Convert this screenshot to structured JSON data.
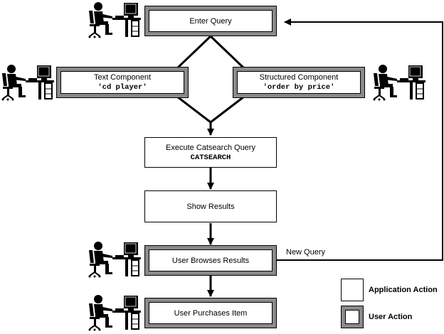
{
  "nodes": {
    "enter_query": {
      "label": "Enter Query"
    },
    "text_component": {
      "label": "Text Component",
      "value": "'cd player'"
    },
    "structured_component": {
      "label": "Structured Component",
      "value": "'order by price'"
    },
    "execute_query": {
      "label": "Execute Catsearch Query",
      "value": "CATSEARCH"
    },
    "show_results": {
      "label": "Show Results"
    },
    "user_browses": {
      "label": "User Browses Results"
    },
    "user_purchases": {
      "label": "User Purchases Item"
    }
  },
  "edges": {
    "new_query_label": "New Query"
  },
  "legend": {
    "application_action": "Application Action",
    "user_action": "User Action"
  },
  "colors": {
    "user_border": "#8a8a8a",
    "line": "#000000"
  },
  "icons": [
    "person-at-computer-icon"
  ]
}
